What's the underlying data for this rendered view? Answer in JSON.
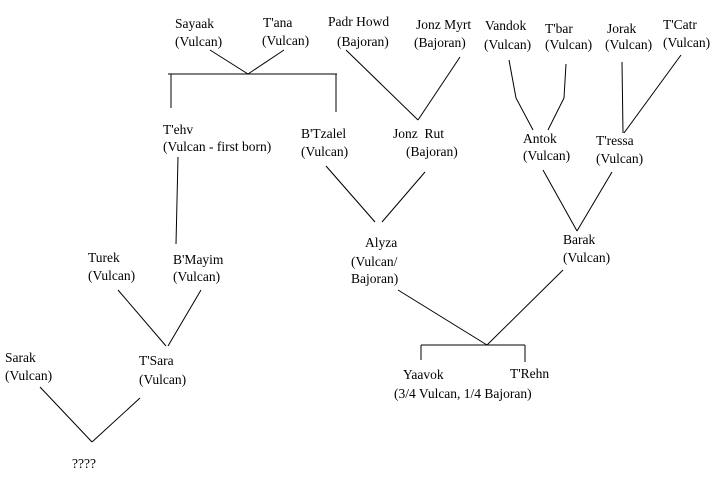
{
  "people": {
    "sayaak": {
      "name": "Sayaak",
      "race": "(Vulcan)"
    },
    "tana": {
      "name": "T'ana",
      "race": "(Vulcan)"
    },
    "padr_howd": {
      "name": "Padr Howd",
      "race": "(Bajoran)"
    },
    "jonz_myrt": {
      "name": "Jonz Myrt",
      "race": "(Bajoran)"
    },
    "vandok": {
      "name": "Vandok",
      "race": "(Vulcan)"
    },
    "tbar": {
      "name": "T'bar",
      "race": "(Vulcan)"
    },
    "jorak": {
      "name": "Jorak",
      "race": "(Vulcan)"
    },
    "tcatr": {
      "name": "T'Catr",
      "race": "(Vulcan)"
    },
    "tehv": {
      "name": "T'ehv",
      "race": "(Vulcan - first born)"
    },
    "btzalel": {
      "name": "B'Tzalel",
      "race": "(Vulcan)"
    },
    "jonz_rut": {
      "name": "Jonz  Rut",
      "race": "(Bajoran)"
    },
    "antok": {
      "name": "Antok",
      "race": "(Vulcan)"
    },
    "tressa": {
      "name": "T'ressa",
      "race": "(Vulcan)"
    },
    "alyza": {
      "name": "Alyza",
      "race_line1": "(Vulcan/",
      "race_line2": "Bajoran)"
    },
    "barak": {
      "name": "Barak",
      "race": "(Vulcan)"
    },
    "turek": {
      "name": "Turek",
      "race": "(Vulcan)"
    },
    "bmayim": {
      "name": "B'Mayim",
      "race": "(Vulcan)"
    },
    "sarak": {
      "name": "Sarak",
      "race": "(Vulcan)"
    },
    "tsara": {
      "name": "T'Sara",
      "race": "(Vulcan)"
    },
    "yaavok": {
      "name": "Yaavok"
    },
    "trehn": {
      "name": "T'Rehn"
    },
    "twins_race": "(3/4 Vulcan, 1/4 Bajoran)",
    "unknown": {
      "name": "????"
    }
  }
}
